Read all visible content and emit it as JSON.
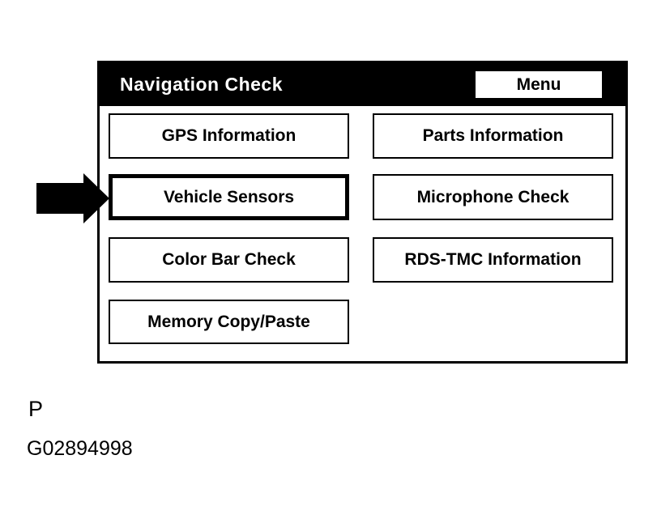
{
  "screen": {
    "title": "Navigation Check",
    "menu_button_label": "Menu",
    "left_buttons": [
      {
        "label": "GPS Information",
        "selected": false
      },
      {
        "label": "Vehicle Sensors",
        "selected": true
      },
      {
        "label": "Color Bar Check",
        "selected": false
      },
      {
        "label": "Memory Copy/Paste",
        "selected": false
      }
    ],
    "right_buttons": [
      {
        "label": "Parts Information",
        "selected": false
      },
      {
        "label": "Microphone Check",
        "selected": false
      },
      {
        "label": "RDS-TMC Information",
        "selected": false
      }
    ]
  },
  "annotation": {
    "arrow_points_to": "Vehicle Sensors"
  },
  "caption": {
    "letter": "P",
    "figure_id": "G02894998"
  },
  "colors": {
    "page_bg": "#ffffff",
    "header_bg": "#000000",
    "header_text": "#ffffff",
    "panel_bg": "#ffffff",
    "button_bg": "#ffffff",
    "button_border": "#000000",
    "button_text": "#000000",
    "arrow_fill": "#000000"
  }
}
